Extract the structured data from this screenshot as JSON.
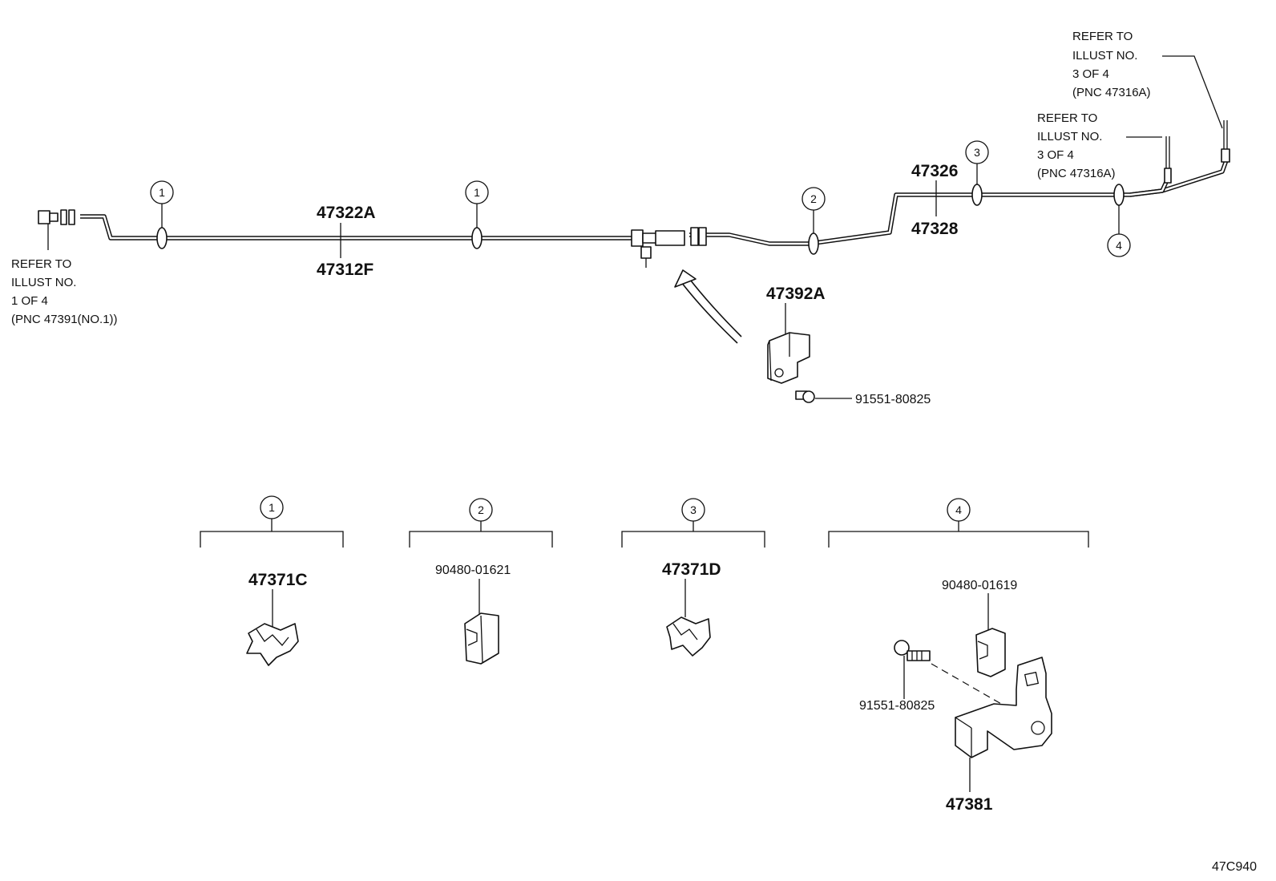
{
  "diagram": {
    "illustration_code": "47C940",
    "part_numbers": {
      "p47322A": "47322A",
      "p47312F": "47312F",
      "p47326": "47326",
      "p47328": "47328",
      "p47392A": "47392A",
      "p91551_80825_bracket": "91551-80825",
      "p47371C": "47371C",
      "p90480_01621": "90480-01621",
      "p47371D": "47371D",
      "p90480_01619": "90480-01619",
      "p91551_80825_clamp": "91551-80825",
      "p47381": "47381"
    },
    "callouts": {
      "c1": "1",
      "c2": "2",
      "c3": "3",
      "c4": "4"
    },
    "notes": {
      "left": [
        "REFER TO",
        "ILLUST NO.",
        "1 OF 4",
        "(PNC 47391(NO.1))"
      ],
      "right_upper": [
        "REFER TO",
        "ILLUST NO.",
        "3 OF 4",
        "(PNC 47316A)"
      ],
      "right_lower": [
        "REFER TO",
        "ILLUST NO.",
        "3 OF 4",
        "(PNC 47316A)"
      ]
    }
  }
}
